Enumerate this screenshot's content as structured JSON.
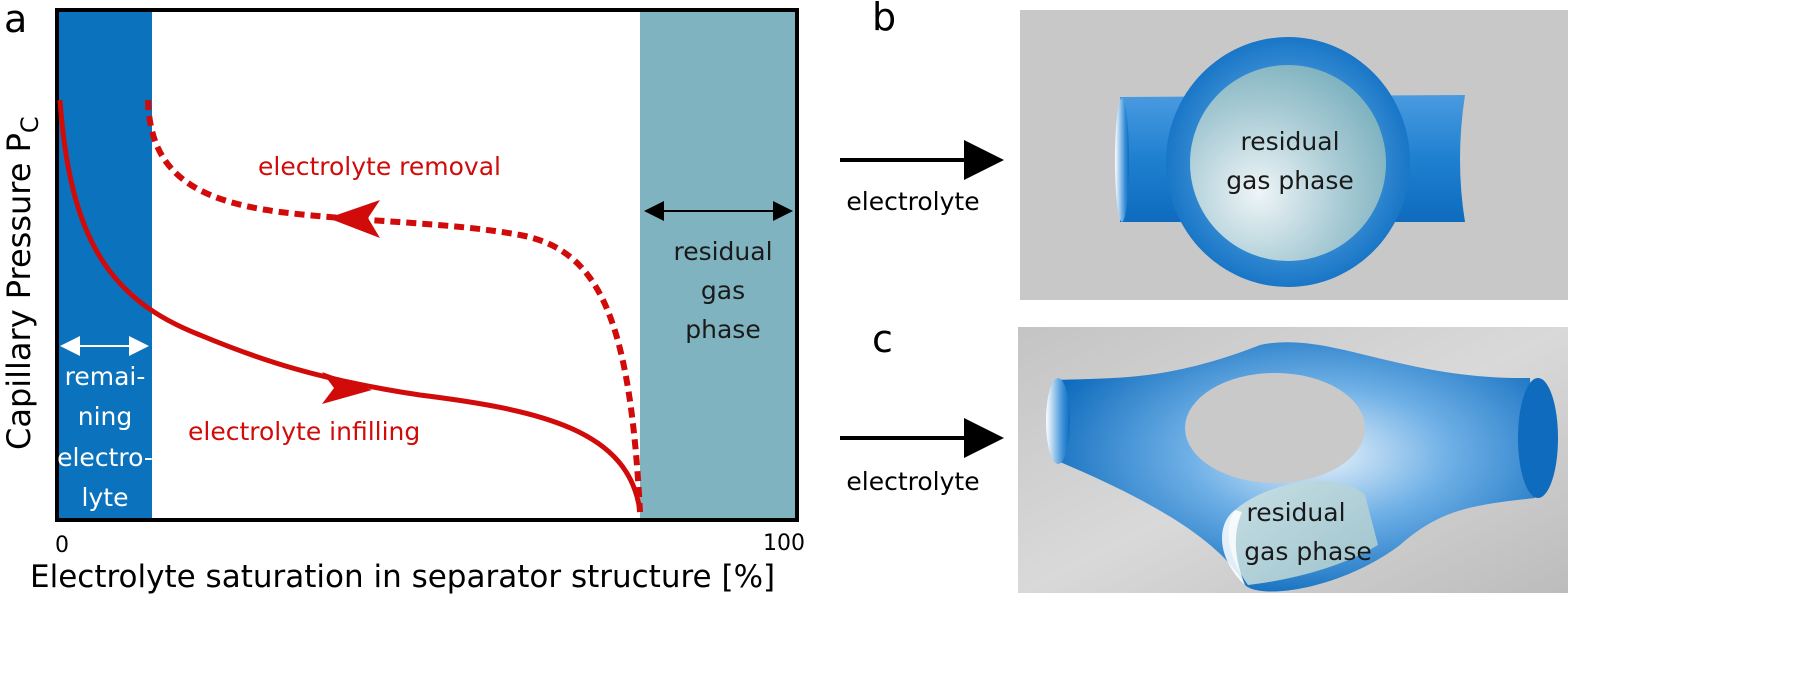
{
  "panels": {
    "a": "a",
    "b": "b",
    "c": "c"
  },
  "plot": {
    "ylabel_main": "Capillary Pressure P",
    "ylabel_sub": "C",
    "xlabel": "Electrolyte saturation in separator structure [%]",
    "tick_min": "0",
    "tick_max": "100",
    "curve_removal_label": "electrolyte removal",
    "curve_infilling_label": "electrolyte infilling",
    "residual_label": [
      "residual",
      "gas",
      "phase"
    ],
    "remaining_label": [
      "remai-",
      "ning",
      "electro-",
      "lyte"
    ]
  },
  "panel_b": {
    "arrow_label": "electrolyte",
    "bubble_label": [
      "residual",
      "gas phase"
    ]
  },
  "panel_c": {
    "arrow_label": "electrolyte",
    "bubble_label": [
      "residual",
      "gas phase"
    ]
  },
  "colors": {
    "remaining": "#0b72bd",
    "residual": "#7fb3c0",
    "curve": "#d10a0a",
    "pore_bg": "#c8c8c8",
    "pore_blue": "#1a7ccc"
  }
}
